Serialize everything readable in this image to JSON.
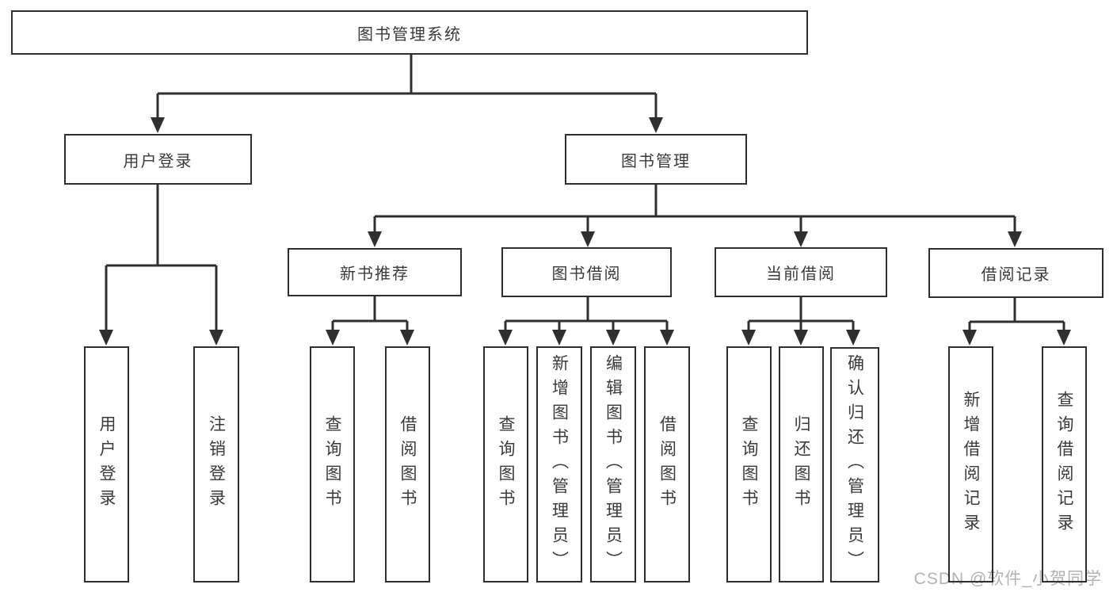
{
  "tree": {
    "root": {
      "label": "图书管理系统",
      "children": [
        {
          "label": "用户登录",
          "children": [
            {
              "label": "用户登录"
            },
            {
              "label": "注销登录"
            }
          ]
        },
        {
          "label": "图书管理",
          "children": [
            {
              "label": "新书推荐",
              "children": [
                {
                  "label": "查询图书"
                },
                {
                  "label": "借阅图书"
                }
              ]
            },
            {
              "label": "图书借阅",
              "children": [
                {
                  "label": "查询图书"
                },
                {
                  "label": "新增图书（管理员）"
                },
                {
                  "label": "编辑图书（管理员）"
                },
                {
                  "label": "借阅图书"
                }
              ]
            },
            {
              "label": "当前借阅",
              "children": [
                {
                  "label": "查询图书"
                },
                {
                  "label": "归还图书"
                },
                {
                  "label": "确认归还（管理员）"
                }
              ]
            },
            {
              "label": "借阅记录",
              "children": [
                {
                  "label": "新增借阅记录"
                },
                {
                  "label": "查询借阅记录"
                }
              ]
            }
          ]
        }
      ]
    }
  },
  "watermark": {
    "text": "CSDN @软件_小贺同学"
  },
  "colors": {
    "line": "#2f2f2f",
    "text": "#3a3a3a",
    "watermark": "#b2b2b2",
    "background": "#ffffff"
  }
}
